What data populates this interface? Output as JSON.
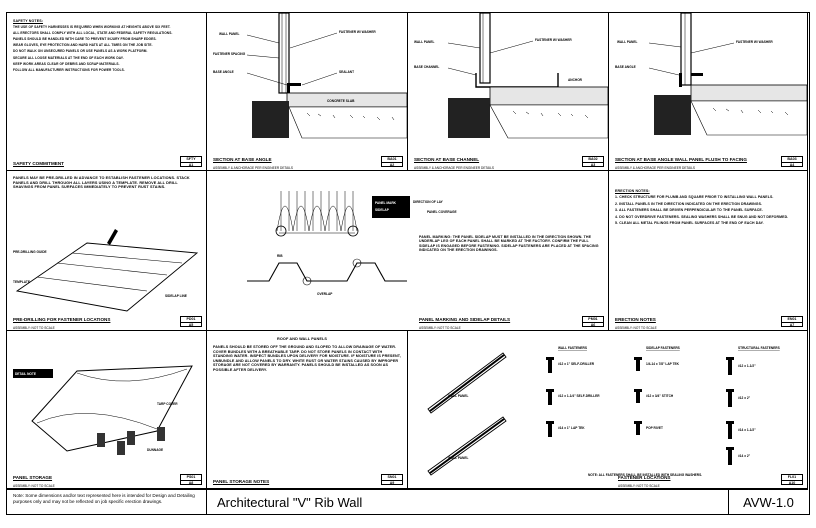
{
  "sheet": {
    "title": "Architectural \"V\" Rib Wall",
    "number": "AVW-1.0",
    "disclaimer": "Note: Some dimensions and/or text represented here is intended for Design and Detailing purposes only and may not be reflected on job specific erection drawings."
  },
  "panels": [
    {
      "title": "SAFETY COMMITMENT",
      "scale": "",
      "detail": "SFTY",
      "sheet": "A1"
    },
    {
      "title": "SECTION AT BASE ANGLE",
      "scale": "ASSEMBLY & ANCHORAGE PER ENGINEER DETAILS",
      "detail": "BA01",
      "sheet": "A2"
    },
    {
      "title": "SECTION AT BASE CHANNEL",
      "scale": "ASSEMBLY & ANCHORAGE PER ENGINEER DETAILS",
      "detail": "BA02",
      "sheet": "A3"
    },
    {
      "title": "SECTION AT BASE ANGLE WALL PANEL FLUSH TO FACING",
      "scale": "ASSEMBLY & ANCHORAGE PER ENGINEER DETAILS",
      "detail": "BA03",
      "sheet": "A4"
    },
    {
      "title": "PRE-DRILLING FOR FASTENER LOCATIONS",
      "scale": "ASSEMBLY: NOT TO SCALE",
      "detail": "PD01",
      "sheet": "A5"
    },
    {
      "title": "PANEL MARKING AND SIDELAP DETAILS",
      "scale": "ASSEMBLY: NOT TO SCALE",
      "detail": "PM01",
      "sheet": "A6"
    },
    {
      "title": "ERECTION NOTES",
      "scale": "ASSEMBLY: NOT TO SCALE",
      "detail": "EN01",
      "sheet": "A7"
    },
    {
      "title": "PANEL STORAGE",
      "scale": "ASSEMBLY: NOT TO SCALE",
      "detail": "PS01",
      "sheet": "A8"
    },
    {
      "title": "PANEL STORAGE NOTES",
      "scale": "",
      "detail": "SN01",
      "sheet": "A9"
    },
    {
      "title": "FASTENER LOCATIONS",
      "scale": "ASSEMBLY: NOT TO SCALE",
      "detail": "FL01",
      "sheet": "A10"
    }
  ],
  "safety_notes": [
    "SAFETY NOTES:",
    "THE USE OF SAFETY HARNESSES IS REQUIRED WHEN WORKING AT HEIGHTS ABOVE SIX FEET.",
    "ALL ERECTORS SHALL COMPLY WITH ALL LOCAL, STATE AND FEDERAL SAFETY REGULATIONS.",
    "PANELS SHOULD BE HANDLED WITH CARE TO PREVENT INJURY FROM SHARP EDGES.",
    "WEAR GLOVES, EYE PROTECTION AND HARD HATS AT ALL TIMES ON THE JOB SITE.",
    "DO NOT WALK ON UNSECURED PANELS OR USE PANELS AS A WORK PLATFORM.",
    "SECURE ALL LOOSE MATERIALS AT THE END OF EACH WORK DAY.",
    "KEEP WORK AREAS CLEAR OF DEBRIS AND SCRAP MATERIALS.",
    "FOLLOW ALL MANUFACTURER INSTRUCTIONS FOR POWER TOOLS."
  ],
  "predrill_notes": "PANELS MAY BE PRE-DRILLED IN ADVANCE TO ESTABLISH FASTENER LOCATIONS. STACK PANELS AND DRILL THROUGH ALL LAYERS USING A TEMPLATE. REMOVE ALL DRILL SHAVINGS FROM PANEL SURFACES IMMEDIATELY TO PREVENT RUST STAINS.",
  "panel_marking_notes": "PANEL MARKING: THE PANEL SIDELAP MUST BE INSTALLED IN THE DIRECTION SHOWN. THE UNDERLAP LEG OF EACH PANEL SHALL BE MARKED AT THE FACTORY. CONFIRM THE FULL SIDELAP IS ENGAGED BEFORE FASTENING. SIDELAP FASTENERS ARE PLACED AT THE SPACING INDICATED ON THE ERECTION DRAWINGS.",
  "erection_notes": [
    "ERECTION NOTES:",
    "1. CHECK STRUCTURE FOR PLUMB AND SQUARE PRIOR TO INSTALLING WALL PANELS.",
    "2. INSTALL PANELS IN THE DIRECTION INDICATED ON THE ERECTION DRAWINGS.",
    "3. ALL FASTENERS SHALL BE DRIVEN PERPENDICULAR TO THE PANEL SURFACE.",
    "4. DO NOT OVERDRIVE FASTENERS. SEALING WASHERS SHALL BE SNUG AND NOT DEFORMED.",
    "5. CLEAN ALL METAL FILINGS FROM PANEL SURFACES AT THE END OF EACH DAY."
  ],
  "storage_notes_head": "ROOF AND WALL PANELS",
  "storage_notes": "PANELS SHOULD BE STORED OFF THE GROUND AND SLOPED TO ALLOW DRAINAGE OF WATER. COVER BUNDLES WITH A BREATHABLE TARP. DO NOT STORE PANELS IN CONTACT WITH STANDING WATER. INSPECT BUNDLES UPON DELIVERY FOR MOISTURE. IF MOISTURE IS PRESENT, UNBUNDLE AND ALLOW PANELS TO DRY. WHITE RUST OR WATER STAINS CAUSED BY IMPROPER STORAGE ARE NOT COVERED BY WARRANTY. PANELS SHOULD BE INSTALLED AS SOON AS POSSIBLE AFTER DELIVERY.",
  "fastener_headers": [
    "WALL FASTENERS",
    "SIDELAP FASTENERS",
    "STRUCTURAL FASTENERS"
  ],
  "fastener_note": "NOTE: ALL FASTENERS SHALL BE INSTALLED WITH SEALING WASHERS."
}
